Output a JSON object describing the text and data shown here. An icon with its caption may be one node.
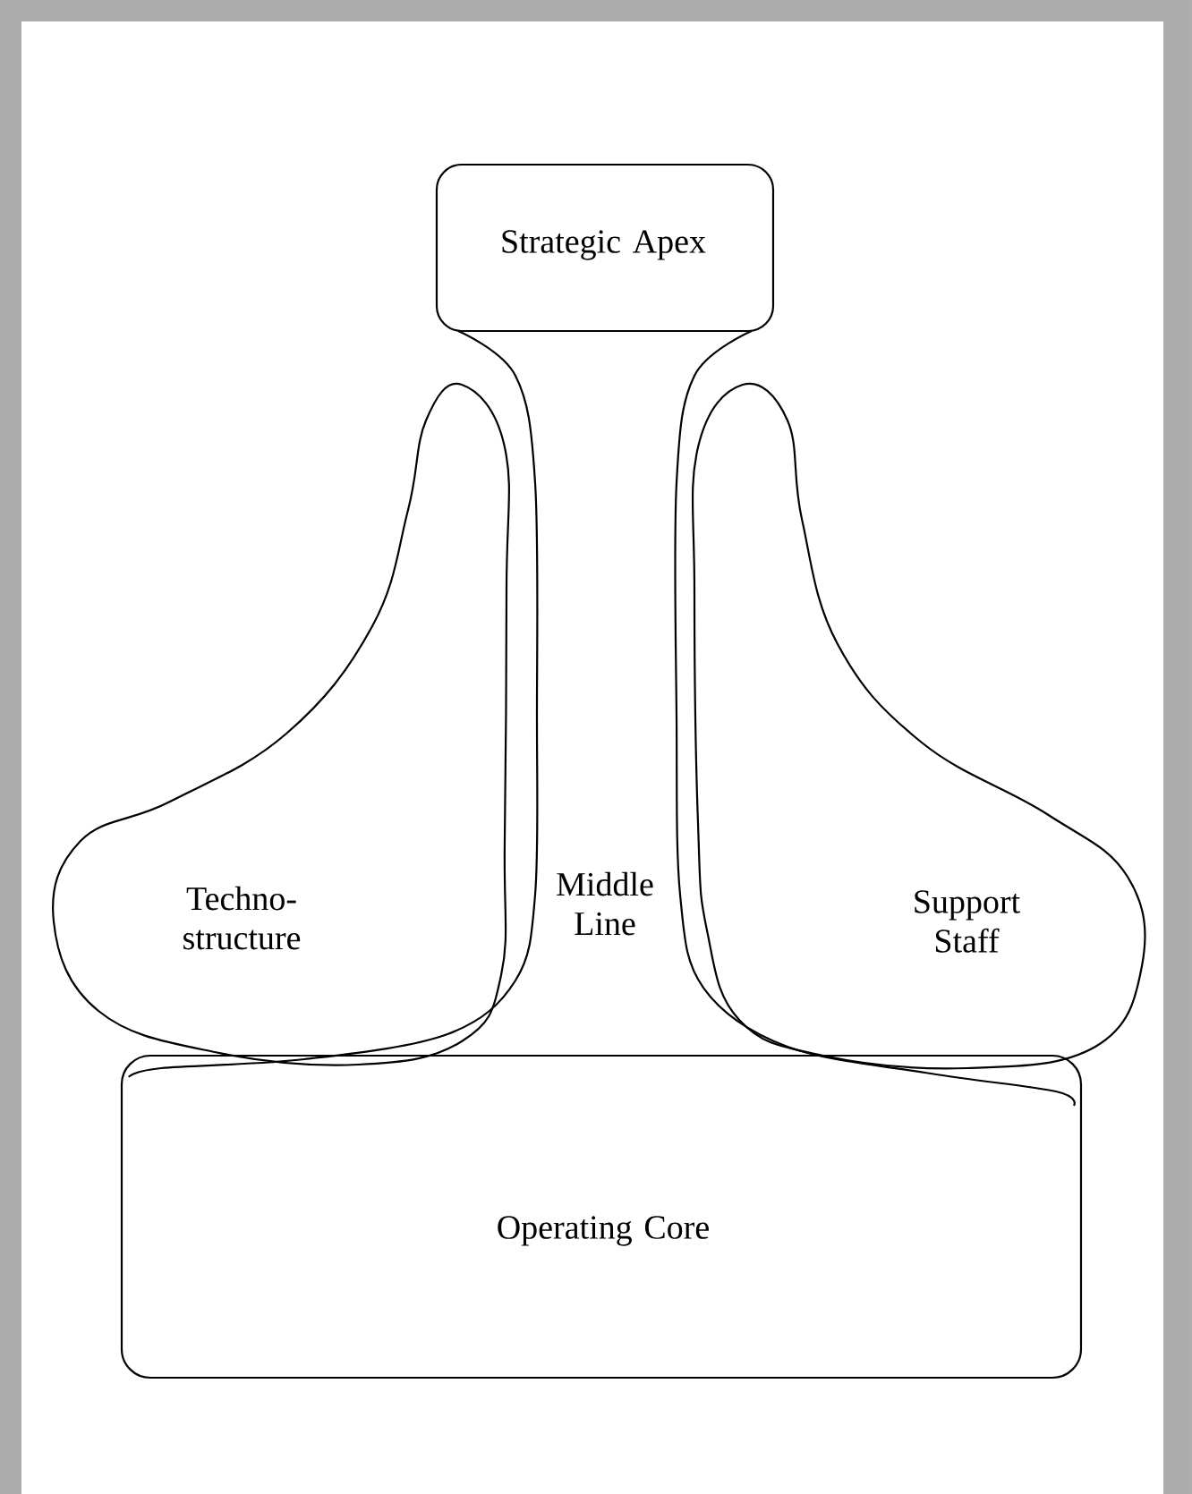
{
  "diagram": {
    "nodes": [
      {
        "text": [
          "Strategic Apex"
        ]
      },
      {
        "text": [
          "Techno- structure"
        ]
      },
      {
        "text": [
          "Middle Line"
        ]
      },
      {
        "text": [
          "Support Staff"
        ]
      },
      {
        "text": [
          "Operating Core"
        ]
      }
    ]
  }
}
